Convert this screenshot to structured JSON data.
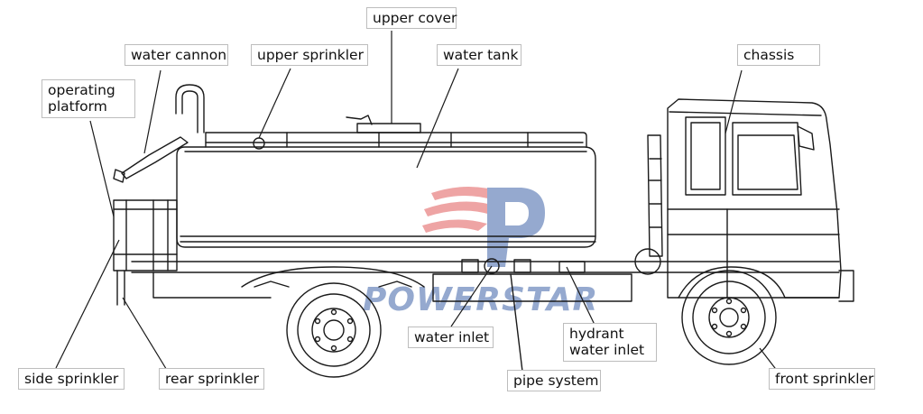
{
  "diagram": {
    "title": "",
    "watermark": "POWERSTAR",
    "colors": {
      "line": "#1a1a1a",
      "label_border": "#bdbdbd",
      "watermark_red": "#e15a5a",
      "watermark_blue": "#3f64a8"
    },
    "labels": {
      "upper_cover": "upper cover",
      "water_cannon": "water cannon",
      "upper_sprinkler": "upper sprinkler",
      "water_tank": "water tank",
      "chassis": "chassis",
      "operating_platform_1": "operating",
      "operating_platform_2": "platform",
      "water_inlet": "water inlet",
      "hydrant_water_inlet_1": "hydrant",
      "hydrant_water_inlet_2": "water inlet",
      "side_sprinkler": "side sprinkler",
      "rear_sprinkler": "rear sprinkler",
      "pipe_system": "pipe system",
      "front_sprinkler": "front sprinkler"
    }
  }
}
